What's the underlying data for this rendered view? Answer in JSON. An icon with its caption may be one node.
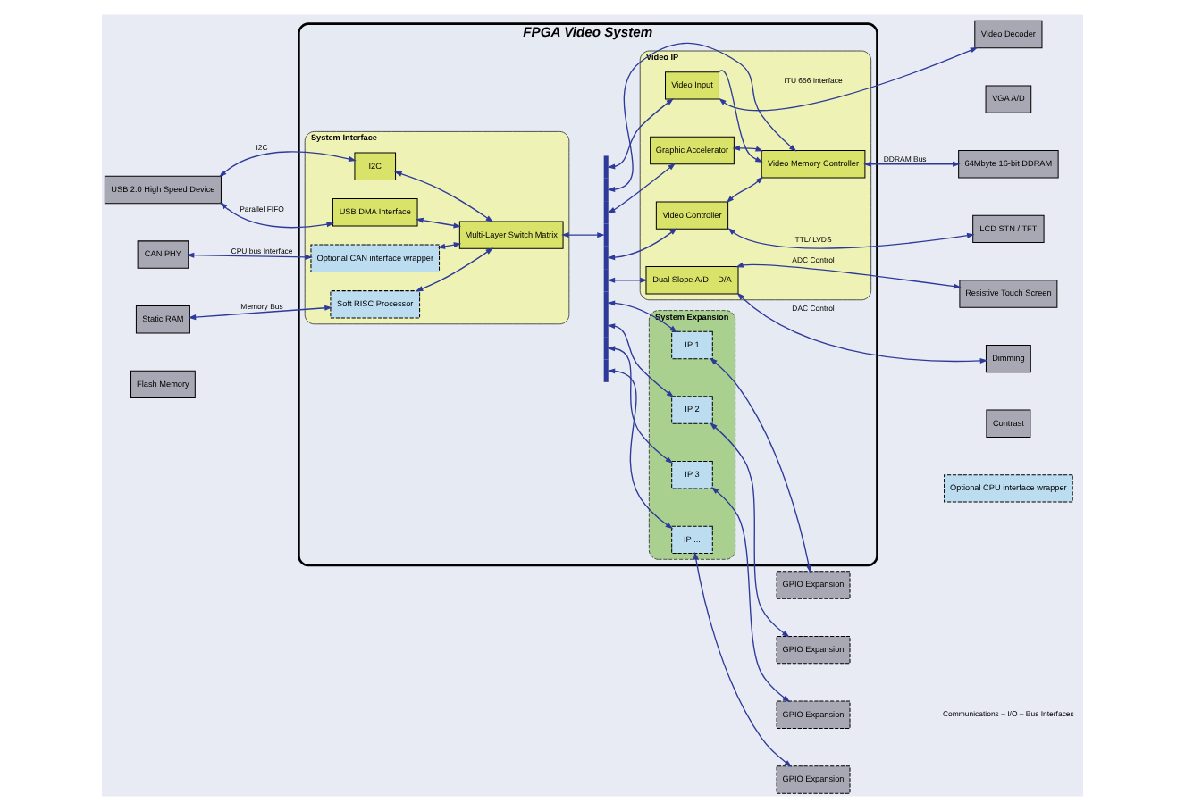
{
  "diagram": {
    "nodes": [
      {
        "text": [
          "FPGA Video System"
        ]
      },
      {
        "text": [
          "System Interface"
        ],
        "in": 0
      },
      {
        "text": [
          "I2C"
        ],
        "in": 1
      },
      {
        "text": [
          "USB DMA Interface"
        ],
        "in": 1
      },
      {
        "text": [
          "Optional CAN interface wrapper"
        ],
        "in": 1
      },
      {
        "text": [
          "Soft RISC Processor"
        ],
        "in": 1
      },
      {
        "text": [
          "Multi-Layer Switch Matrix"
        ],
        "in": 1
      },
      {
        "text": [],
        "shape": "bar",
        "in": 0
      },
      {
        "text": [
          "Video IP"
        ],
        "in": 0
      },
      {
        "text": [
          "Video Input"
        ],
        "in": 8
      },
      {
        "text": [
          "Video Memory Controller"
        ],
        "in": 8
      },
      {
        "text": [
          "Graphic Accelerator"
        ],
        "in": 8
      },
      {
        "text": [
          "Video Controller"
        ],
        "in": 8
      },
      {
        "text": [
          "Dual Slope A/D – D/A"
        ],
        "in": 8
      },
      {
        "text": [
          "System Expansion"
        ],
        "in": 0
      },
      {
        "text": [
          "IP 1"
        ],
        "in": 14
      },
      {
        "text": [
          "IP 2"
        ],
        "in": 14
      },
      {
        "text": [
          "IP 3"
        ],
        "in": 14
      },
      {
        "text": [
          "IP ..."
        ],
        "in": 14
      },
      {
        "text": [
          "USB 2.0 High Speed Device"
        ]
      },
      {
        "text": [
          "CAN PHY"
        ]
      },
      {
        "text": [
          "Static RAM"
        ]
      },
      {
        "text": [
          "Flash Memory"
        ]
      },
      {
        "text": [
          "Video Decoder"
        ]
      },
      {
        "text": [
          "VGA A/D"
        ]
      },
      {
        "text": [
          "64Mbyte 16-bit DDRAM"
        ]
      },
      {
        "text": [
          "LCD STN / TFT"
        ]
      },
      {
        "text": [
          "Resistive Touch Screen"
        ]
      },
      {
        "text": [
          "Dimming"
        ]
      },
      {
        "text": [
          "Contrast"
        ]
      },
      {
        "text": [
          "GPIO Expansion"
        ]
      },
      {
        "text": [
          "GPIO Expansion"
        ]
      },
      {
        "text": [
          "GPIO Expansion"
        ]
      },
      {
        "text": [
          "GPIO Expansion"
        ]
      },
      {
        "text": [
          "Optional CPU interface wrapper"
        ]
      }
    ],
    "edges": [
      {
        "from": 19,
        "to": 2,
        "arrow": "both",
        "label": "I2C"
      },
      {
        "from": 19,
        "to": 3,
        "arrow": "both",
        "label": "Parallel FIFO"
      },
      {
        "from": 20,
        "to": 4,
        "arrow": "both",
        "label": "CPU bus Interface"
      },
      {
        "from": 21,
        "to": 5,
        "arrow": "both",
        "label": "Memory Bus"
      },
      {
        "from": 2,
        "to": 6,
        "arrow": "both"
      },
      {
        "from": 3,
        "to": 6,
        "arrow": "both"
      },
      {
        "from": 4,
        "to": 6,
        "arrow": "both"
      },
      {
        "from": 5,
        "to": 6,
        "arrow": "both"
      },
      {
        "from": 6,
        "to": 7,
        "arrow": "both"
      },
      {
        "from": 7,
        "to": 9,
        "arrow": "both"
      },
      {
        "from": 7,
        "to": 10,
        "arrow": "both"
      },
      {
        "from": 7,
        "to": 11,
        "arrow": "both"
      },
      {
        "from": 7,
        "to": 12,
        "arrow": "both"
      },
      {
        "from": 7,
        "to": 13,
        "arrow": "both"
      },
      {
        "from": 9,
        "to": 10,
        "arrow": "to"
      },
      {
        "from": 11,
        "to": 10,
        "arrow": "both"
      },
      {
        "from": 12,
        "to": 10,
        "arrow": "both"
      },
      {
        "from": 9,
        "to": 23,
        "arrow": "both",
        "label": "ITU 656 Interface"
      },
      {
        "from": 10,
        "to": 25,
        "arrow": "both",
        "label": "DDRAM Bus"
      },
      {
        "from": 12,
        "to": 26,
        "arrow": "both",
        "label": "TTL/ LVDS"
      },
      {
        "from": 13,
        "to": 27,
        "arrow": "both",
        "label": "ADC Control"
      },
      {
        "from": 13,
        "to": 28,
        "arrow": "both",
        "label": "DAC Control"
      },
      {
        "from": 7,
        "to": 15,
        "arrow": "both"
      },
      {
        "from": 7,
        "to": 16,
        "arrow": "both"
      },
      {
        "from": 7,
        "to": 17,
        "arrow": "both"
      },
      {
        "from": 7,
        "to": 18,
        "arrow": "both"
      },
      {
        "from": 15,
        "to": 30,
        "arrow": "both"
      },
      {
        "from": 16,
        "to": 31,
        "arrow": "both"
      },
      {
        "from": 17,
        "to": 32,
        "arrow": "both"
      },
      {
        "from": 18,
        "to": 33,
        "arrow": "both"
      }
    ],
    "labels": [
      "Communications – I/O – Bus Interfaces"
    ]
  }
}
